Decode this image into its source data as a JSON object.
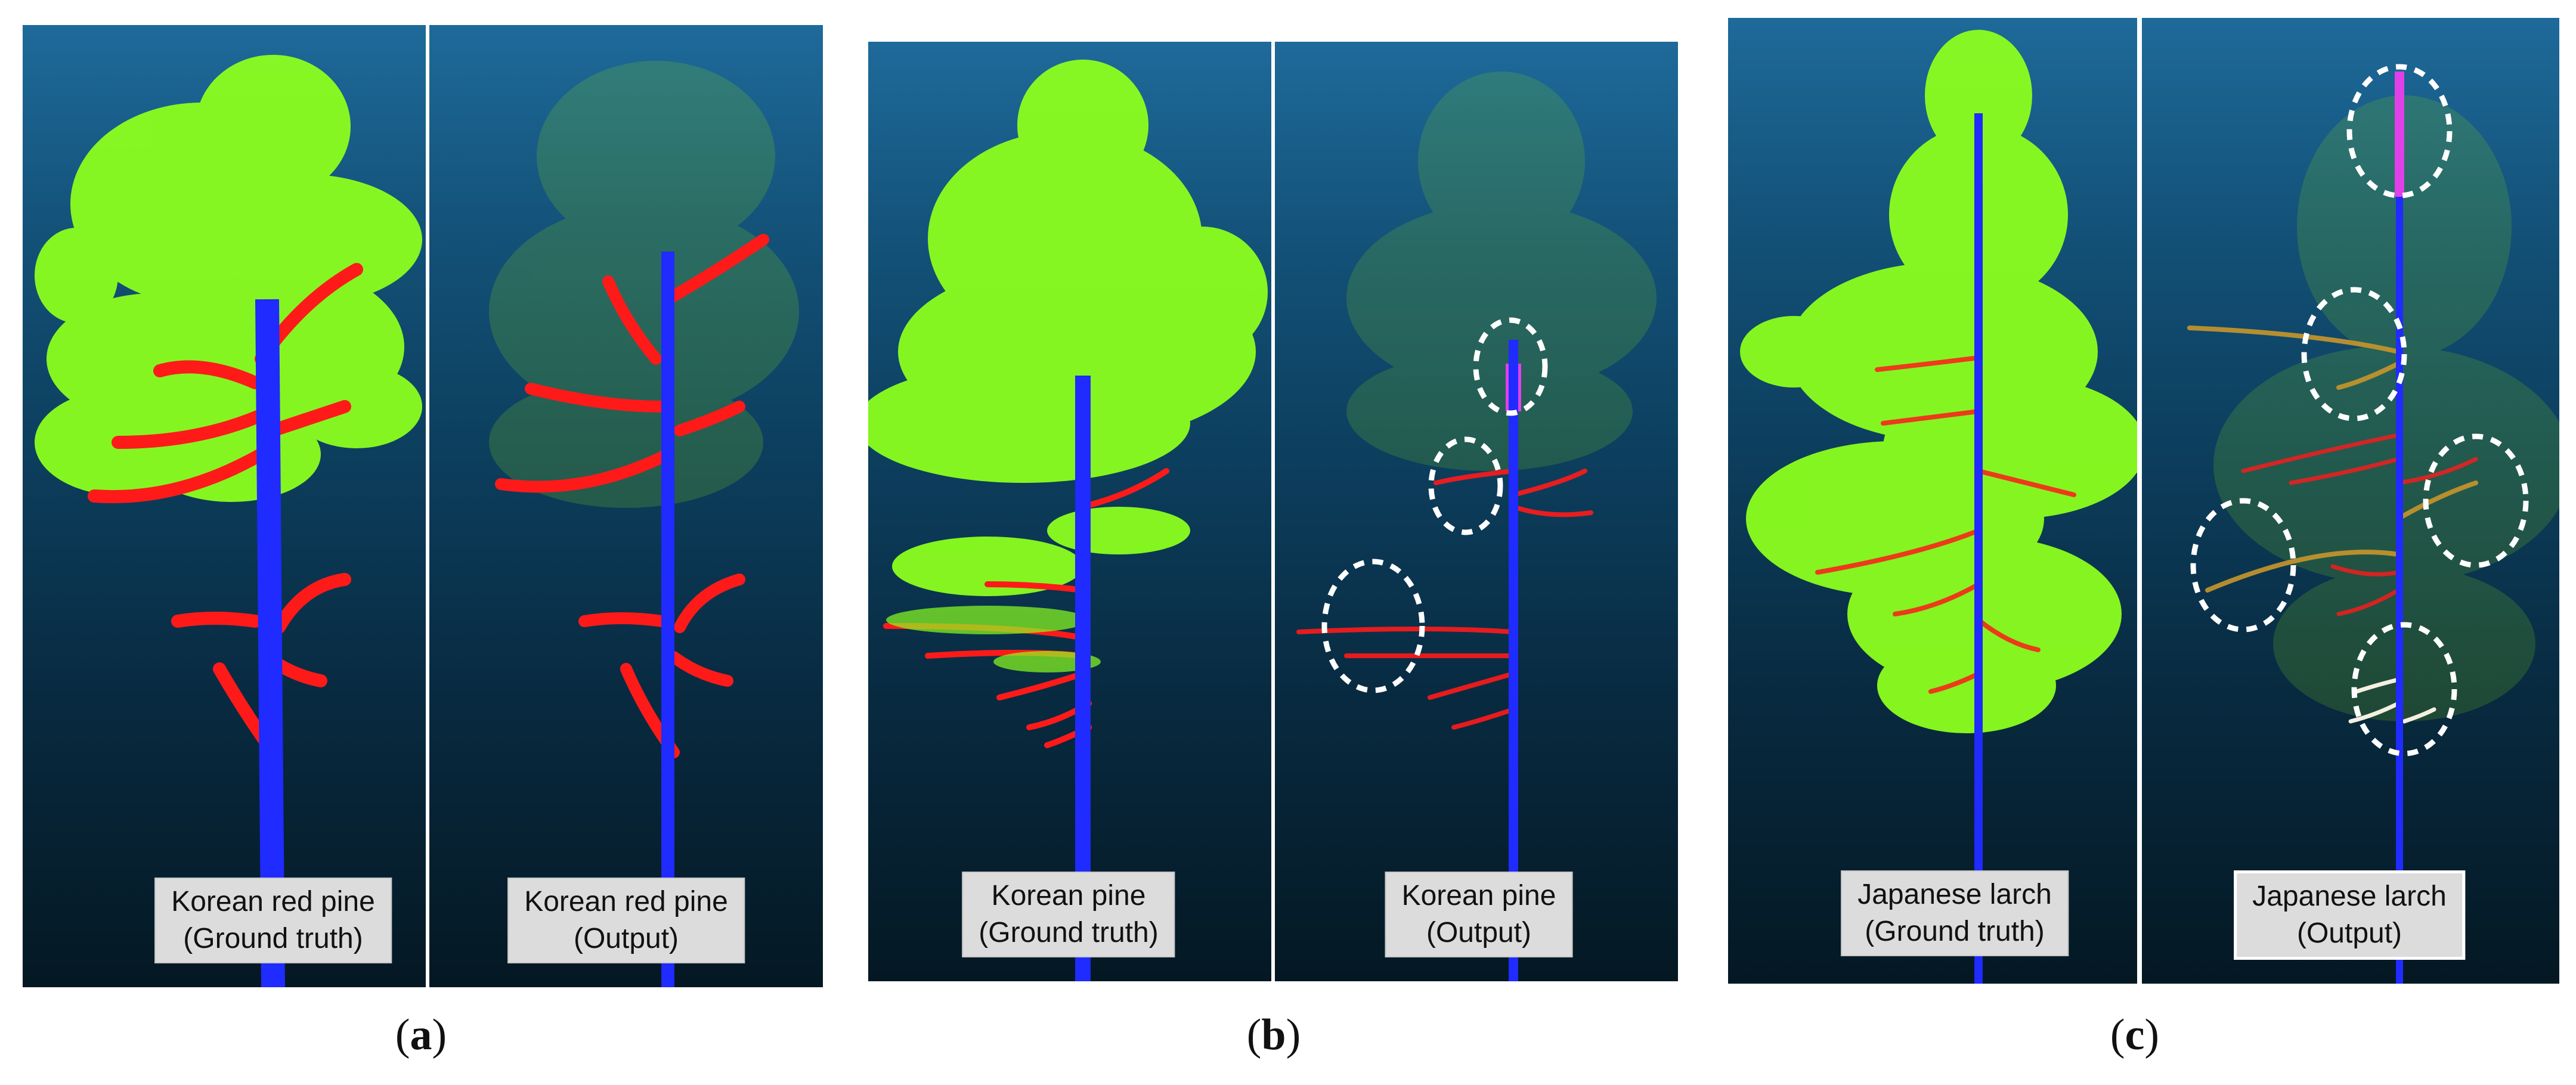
{
  "groups": [
    {
      "caption": {
        "open": "(",
        "letter": "a",
        "close": ")"
      },
      "left_label": {
        "line1": "Korean red pine",
        "line2": "(Ground truth)"
      },
      "right_label": {
        "line1": "Korean red pine",
        "line2": "(Output)"
      }
    },
    {
      "caption": {
        "open": "(",
        "letter": "b",
        "close": ")"
      },
      "left_label": {
        "line1": "Korean pine",
        "line2": "(Ground truth)"
      },
      "right_label": {
        "line1": "Korean pine",
        "line2": "(Output)"
      }
    },
    {
      "caption": {
        "open": "(",
        "letter": "c",
        "close": ")"
      },
      "left_label": {
        "line1": "Japanese larch",
        "line2": "(Ground truth)"
      },
      "right_label": {
        "line1": "Japanese larch",
        "line2": "(Output)"
      }
    }
  ],
  "colors": {
    "background_top": "#1e6a9a",
    "background_bottom": "#041823",
    "foliage": "#8cff1e",
    "branch": "#ff1a1a",
    "trunk": "#1f2bff",
    "highlight_magenta": "#e040e8",
    "highlight_orange": "#c8962a",
    "circle": "#ffffff"
  }
}
